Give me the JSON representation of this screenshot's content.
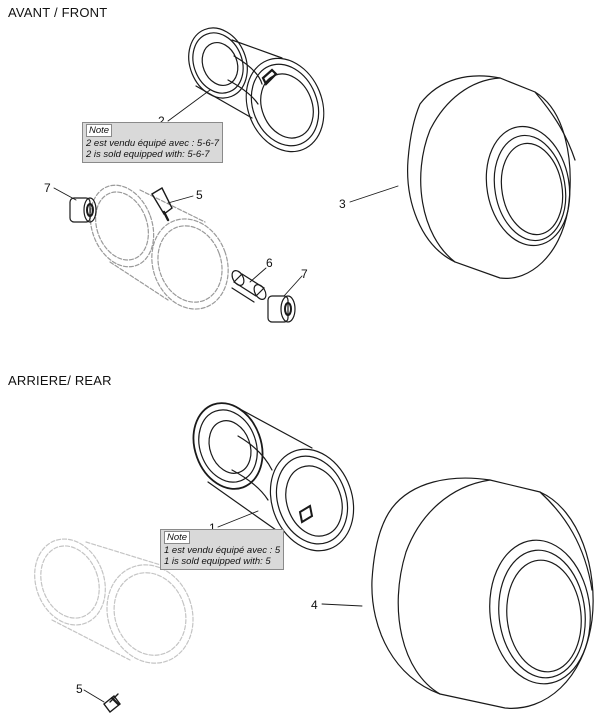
{
  "sections": {
    "front": {
      "title": "AVANT / FRONT"
    },
    "rear": {
      "title": "ARRIERE/ REAR"
    }
  },
  "callouts": {
    "front_rim": "2",
    "front_tire": "3",
    "front_valve": "5",
    "spacer": "6",
    "bearing_left": "7",
    "bearing_right": "7",
    "rear_rim": "1",
    "rear_tire": "4",
    "rear_valve": "5"
  },
  "notes": {
    "front": {
      "heading": "Note",
      "line_fr": "2 est vendu équipé avec : 5-6-7",
      "line_en": "2 is sold equipped with: 5-6-7"
    },
    "rear": {
      "heading": "Note",
      "line_fr": "1 est vendu équipé avec : 5",
      "line_en": "1 is sold equipped with: 5"
    }
  },
  "colors": {
    "line": "#1a1a1a",
    "ghost": "#bdbdbd",
    "note_bg": "#d9d9d9"
  }
}
